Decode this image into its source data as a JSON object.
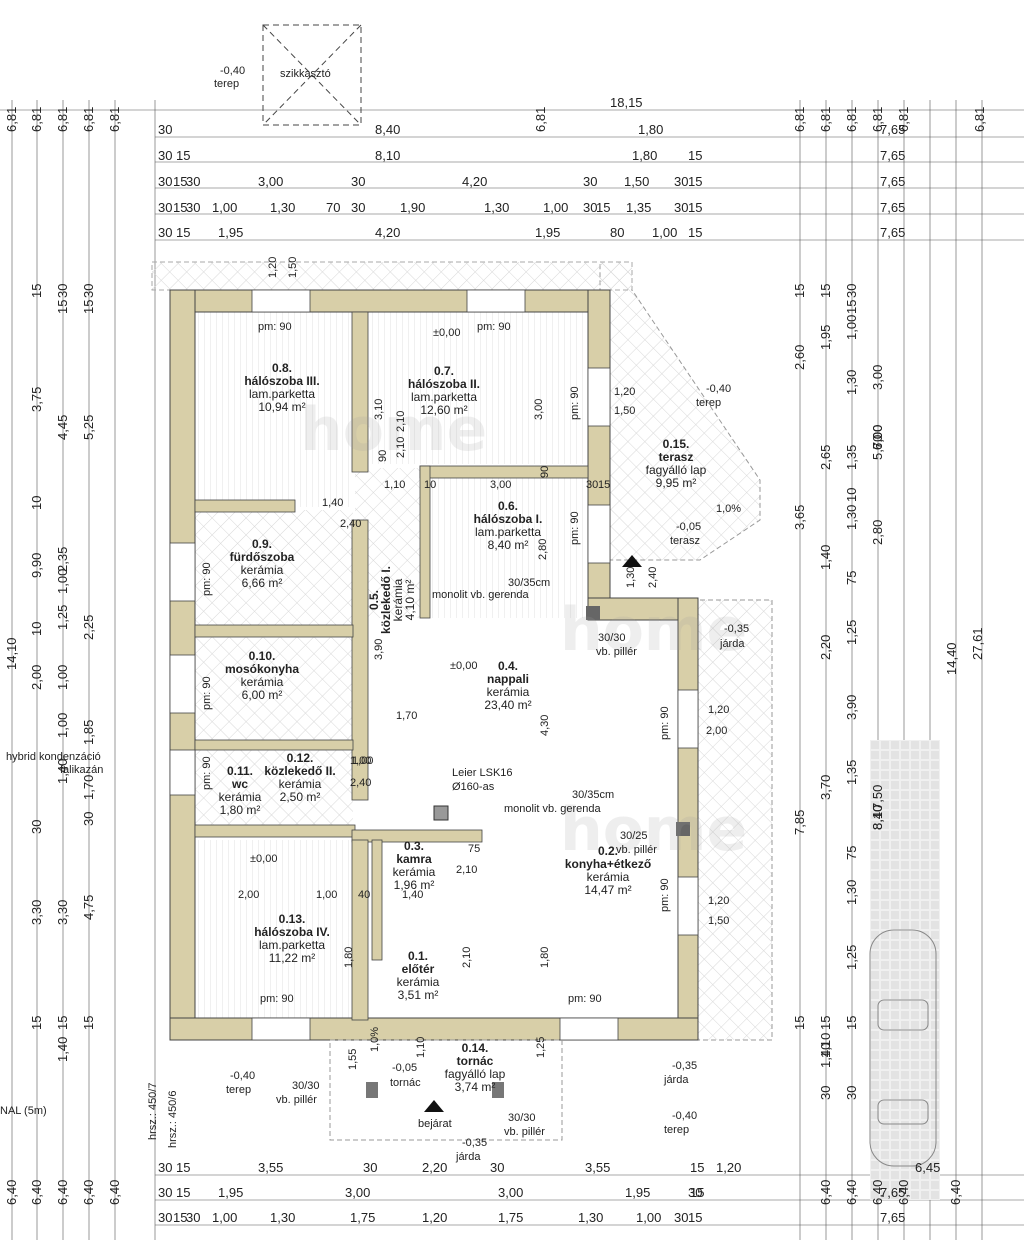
{
  "site": {
    "levels": [
      {
        "value": "-0,40",
        "label": "terep"
      },
      {
        "value": "±0,00",
        "label": ""
      },
      {
        "value": "-0,05",
        "label": "terasz"
      },
      {
        "value": "-0,35",
        "label": "járda"
      },
      {
        "value": "-0,05",
        "label": "tornác"
      }
    ],
    "chimney": "szikkasztó",
    "entrance": "bejárat",
    "boiler": "hybrid kondenzációs falikazán",
    "plot_a": "hrsz.: 450/7",
    "plot_b": "hrsz.: 450/6",
    "road_edge": "NAL (5m)",
    "chimney_flue": "Leier LSK16",
    "chimney_pipe": "Ø160-as",
    "beam_1": "30/35cm",
    "beam_1b": "monolit vb. gerenda",
    "pillar_1": "30/30",
    "pillar_1b": "vb. pillér",
    "pillar_2": "30/25",
    "slope": "1,0%"
  },
  "rooms": [
    {
      "id": "0.1.",
      "name": "előtér",
      "finish": "kerámia",
      "area": "3,51 m²"
    },
    {
      "id": "0.2.",
      "name": "konyha+étkező",
      "finish": "kerámia",
      "area": "14,47 m²"
    },
    {
      "id": "0.3.",
      "name": "kamra",
      "finish": "kerámia",
      "area": "1,96 m²"
    },
    {
      "id": "0.4.",
      "name": "nappali",
      "finish": "kerámia",
      "area": "23,40 m²"
    },
    {
      "id": "0.5.",
      "name": "közlekedő I.",
      "finish": "kerámia",
      "area": "4,10 m²"
    },
    {
      "id": "0.6.",
      "name": "hálószoba I.",
      "finish": "lam.parketta",
      "area": "8,40 m²"
    },
    {
      "id": "0.7.",
      "name": "hálószoba II.",
      "finish": "lam.parketta",
      "area": "12,60 m²"
    },
    {
      "id": "0.8.",
      "name": "hálószoba III.",
      "finish": "lam.parketta",
      "area": "10,94 m²"
    },
    {
      "id": "0.9.",
      "name": "fürdőszoba",
      "finish": "kerámia",
      "area": "6,66 m²"
    },
    {
      "id": "0.10.",
      "name": "mosókonyha",
      "finish": "kerámia",
      "area": "6,00 m²"
    },
    {
      "id": "0.11.",
      "name": "wc",
      "finish": "kerámia",
      "area": "1,80 m²"
    },
    {
      "id": "0.12.",
      "name": "közlekedő II.",
      "finish": "kerámia",
      "area": "2,50 m²"
    },
    {
      "id": "0.13.",
      "name": "hálószoba IV.",
      "finish": "lam.parketta",
      "area": "11,22 m²"
    },
    {
      "id": "0.14.",
      "name": "tornác",
      "finish": "fagyálló lap",
      "area": "3,74 m²"
    },
    {
      "id": "0.15.",
      "name": "terasz",
      "finish": "fagyálló lap",
      "area": "9,95 m²"
    }
  ],
  "dims": {
    "top_total": "18,15",
    "top_row1": [
      "30",
      "8,40",
      "1,80",
      "7,65"
    ],
    "top_row2": [
      "30",
      "15",
      "8,10",
      "1,80",
      "15",
      "7,65"
    ],
    "top_row3": [
      "30",
      "15",
      "30",
      "3,00",
      "30",
      "4,20",
      "30",
      "1,50",
      "30",
      "15",
      "7,65"
    ],
    "top_row4": [
      "30",
      "15",
      "30",
      "1,00",
      "1,30",
      "70",
      "30",
      "1,90",
      "1,30",
      "1,00",
      "30",
      "15",
      "1,35",
      "30",
      "15",
      "7,65"
    ],
    "top_row5": [
      "30",
      "15",
      "1,95",
      "4,20",
      "1,95",
      "80",
      "1,00",
      "15",
      "7,65"
    ],
    "top_ticks": [
      "6,81",
      "6,81",
      "6,81",
      "6,81",
      "6,81",
      "6,81",
      "6,81",
      "6,81",
      "6,81",
      "6,81",
      "6,81",
      "6,81"
    ],
    "bottom_row1": [
      "30",
      "15",
      "3,55",
      "30",
      "2,20",
      "30",
      "3,55",
      "15",
      "1,20",
      "6,45"
    ],
    "bottom_row2": [
      "30",
      "15",
      "1,95",
      "3,00",
      "3,00",
      "1,95",
      "30",
      "15",
      "7,65"
    ],
    "bottom_row3": [
      "30",
      "15",
      "30",
      "1,00",
      "1,30",
      "1,75",
      "1,20",
      "1,75",
      "1,30",
      "1,00",
      "30",
      "15",
      "7,65"
    ],
    "bottom_ticks": [
      "6,40",
      "6,40",
      "6,40",
      "6,40",
      "6,40",
      "6,40",
      "6,40",
      "6,40",
      "6,40",
      "6,40"
    ],
    "left_total": "14,10",
    "left_a": [
      "15",
      "3,75",
      "10",
      "9,90",
      "10",
      "2,00",
      "30",
      "3,30",
      "15"
    ],
    "left_b": [
      "30",
      "15",
      "4,45",
      "2,35",
      "1,00",
      "1,25",
      "1,00",
      "1,00",
      "1,40",
      "3,30",
      "1,40",
      "15"
    ],
    "left_c": [
      "30",
      "15",
      "5,25",
      "2,25",
      "1,85",
      "1,70",
      "4,75",
      "30",
      "15"
    ],
    "right_total": "27,61",
    "right_a": "14,40",
    "right_b": [
      "15",
      "2,60",
      "3,65",
      "7,85",
      "15"
    ],
    "right_c": [
      "15",
      "1,95",
      "2,65",
      "1,40",
      "2,20",
      "3,70",
      "15",
      "1,10",
      "1,40",
      "30"
    ],
    "right_d": [
      "30",
      "15",
      "1,00",
      "1,30",
      "1,35",
      "10",
      "1,30",
      "75",
      "1,25",
      "3,90",
      "1,35",
      "75",
      "1,30",
      "1,25",
      "15",
      "30"
    ],
    "right_e": [
      "3,00",
      "5,70",
      "2,80",
      "7,50",
      "6,00",
      "6,00",
      "8,10",
      "8,40"
    ]
  },
  "interior_dims": {
    "pm90": "pm: 90",
    "labels": [
      "1,20",
      "1,50",
      "3,10",
      "2,10",
      "90",
      "3,00",
      "2,10",
      "90",
      "1,40",
      "2,40",
      "1,10",
      "10",
      "3,00",
      "30",
      "15",
      "2,80",
      "1,20",
      "1,50",
      "1,30",
      "2,40",
      "3,90",
      "1,70",
      "4,30",
      "1,20",
      "2,00",
      "1,00",
      "2,40",
      "75",
      "2,10",
      "1,40",
      "1,80",
      "2,10",
      "2,00",
      "1,00",
      "40",
      "1,80",
      "1,20",
      "1,50",
      "1,55",
      "1,10",
      "1,25",
      "1,00"
    ]
  }
}
